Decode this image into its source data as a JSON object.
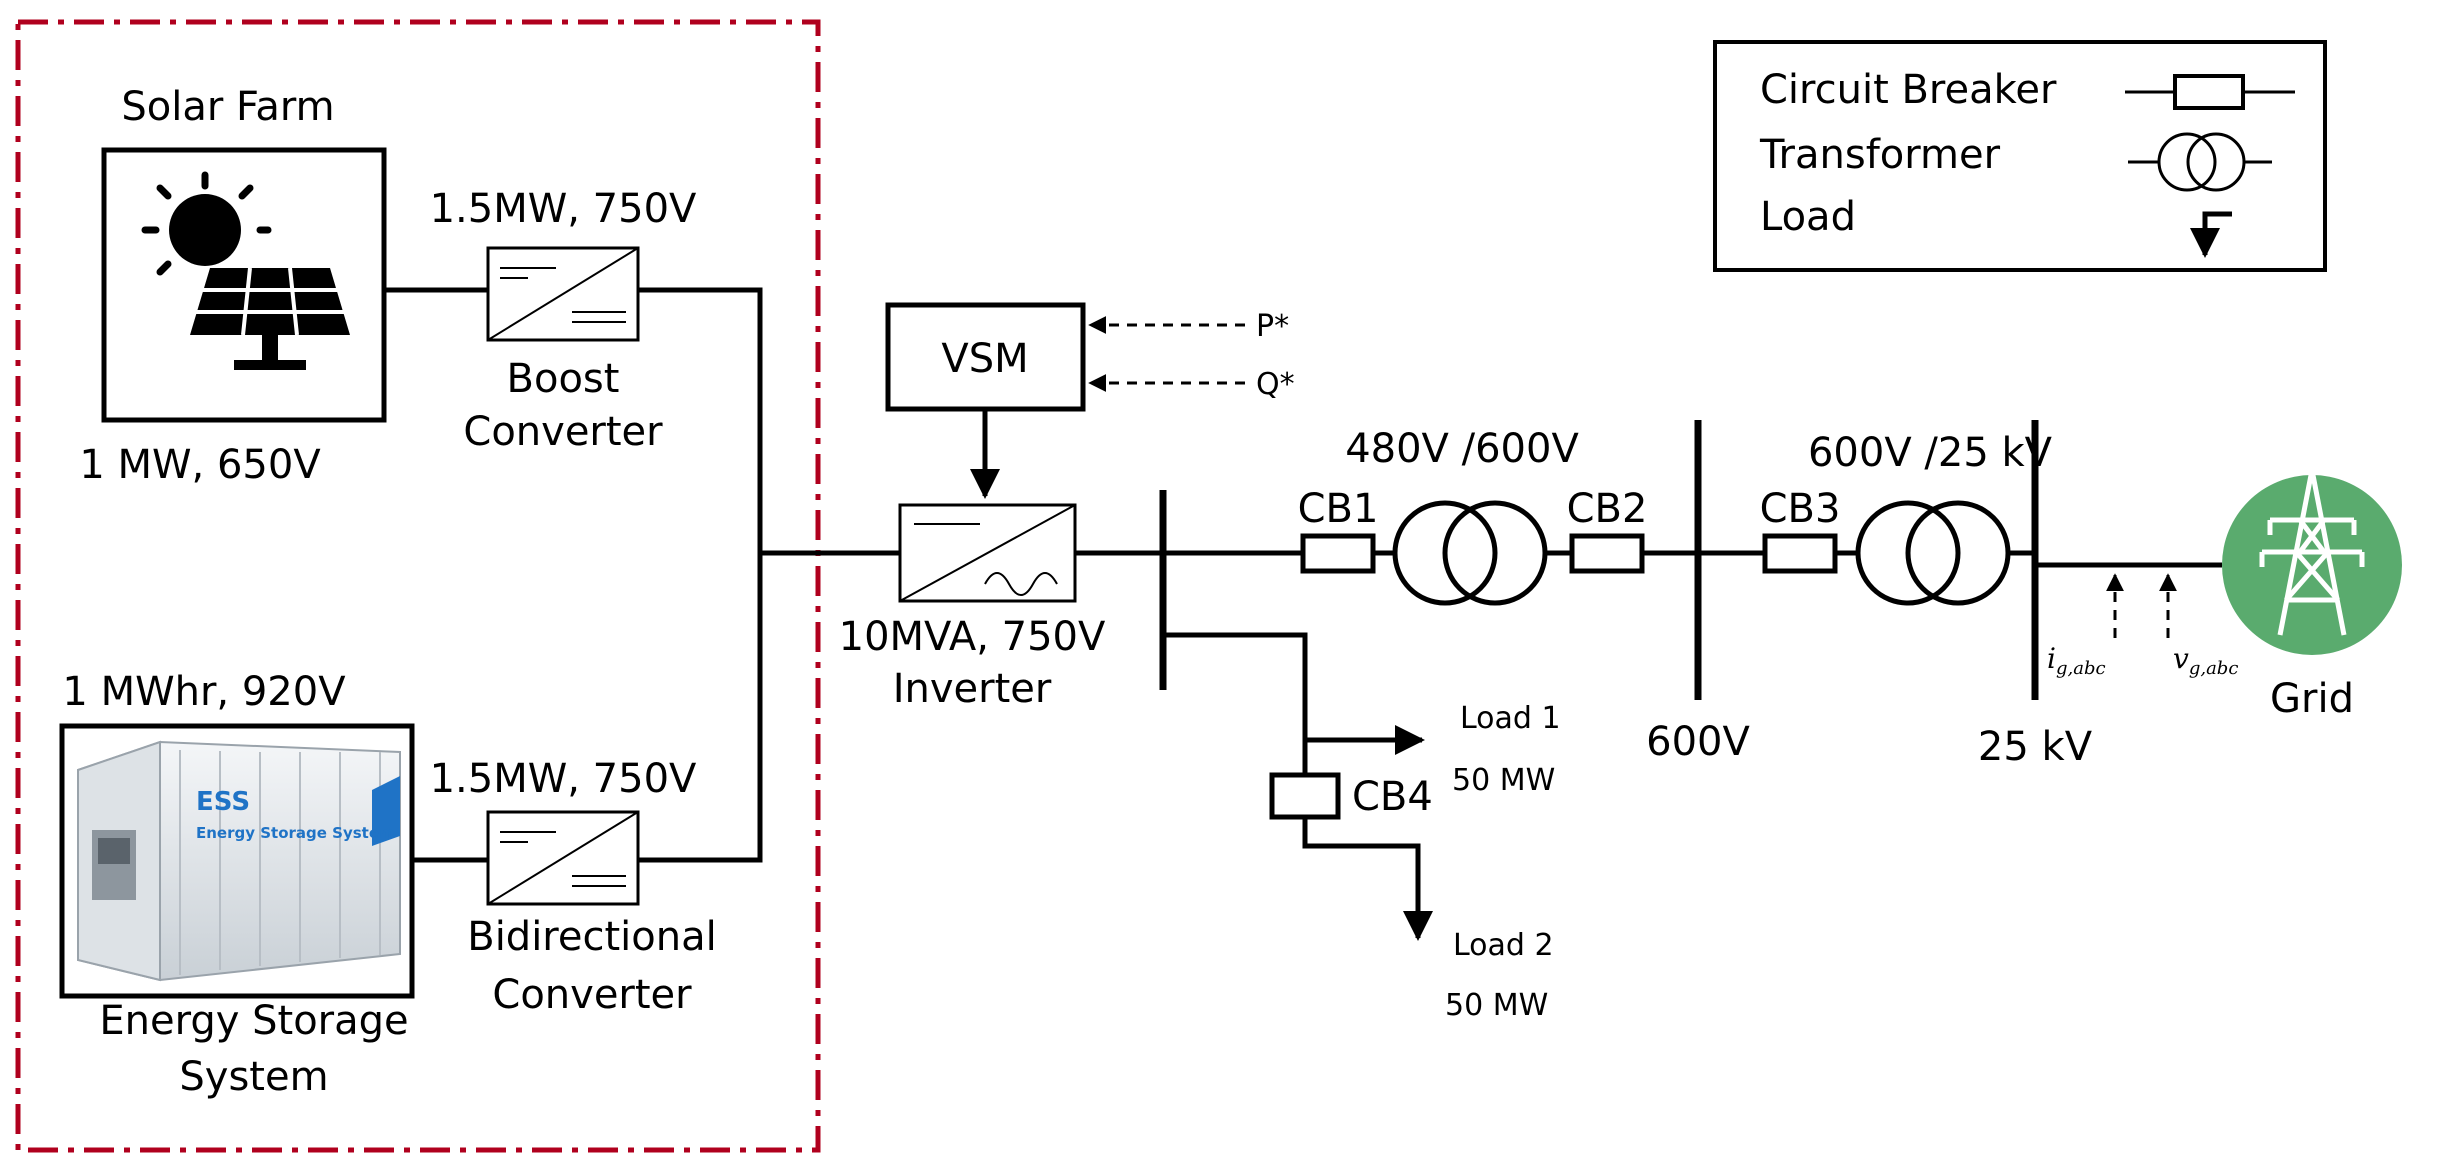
{
  "components": {
    "solar_farm": {
      "title": "Solar Farm",
      "rating": "1 MW, 650V"
    },
    "boost_converter": {
      "rating": "1.5MW, 750V",
      "line1": "Boost",
      "line2": "Converter"
    },
    "ess": {
      "rating": "1 MWhr, 920V",
      "line1": "Energy Storage",
      "line2": "System",
      "tag": "ESS",
      "tagline": "Energy Storage System"
    },
    "bidirectional_converter": {
      "rating": "1.5MW, 750V",
      "line1": "Bidirectional",
      "line2": "Converter"
    },
    "vsm": {
      "label": "VSM",
      "input_p": "P*",
      "input_q": "Q*"
    },
    "inverter": {
      "rating": "10MVA, 750V",
      "label": "Inverter"
    },
    "cb1": "CB1",
    "cb2": "CB2",
    "cb3": "CB3",
    "cb4": "CB4",
    "transformer1": "480V /600V",
    "transformer2": "600V /25 kV",
    "bus_600v": "600V",
    "bus_25kv": "25 kV",
    "load1": {
      "name": "Load 1",
      "rating": "50 MW"
    },
    "load2": {
      "name": "Load 2",
      "rating": "50 MW"
    },
    "grid": "Grid",
    "meas_current": {
      "base": "i",
      "sub": "g,abc"
    },
    "meas_voltage": {
      "base": "v",
      "sub": "g,abc"
    }
  },
  "legend": {
    "circuit_breaker": "Circuit Breaker",
    "transformer": "Transformer",
    "load": "Load"
  },
  "colors": {
    "boundary": "#b0001e",
    "grid_circle": "#5aab6e",
    "ess_logo": "#1f73c6"
  }
}
